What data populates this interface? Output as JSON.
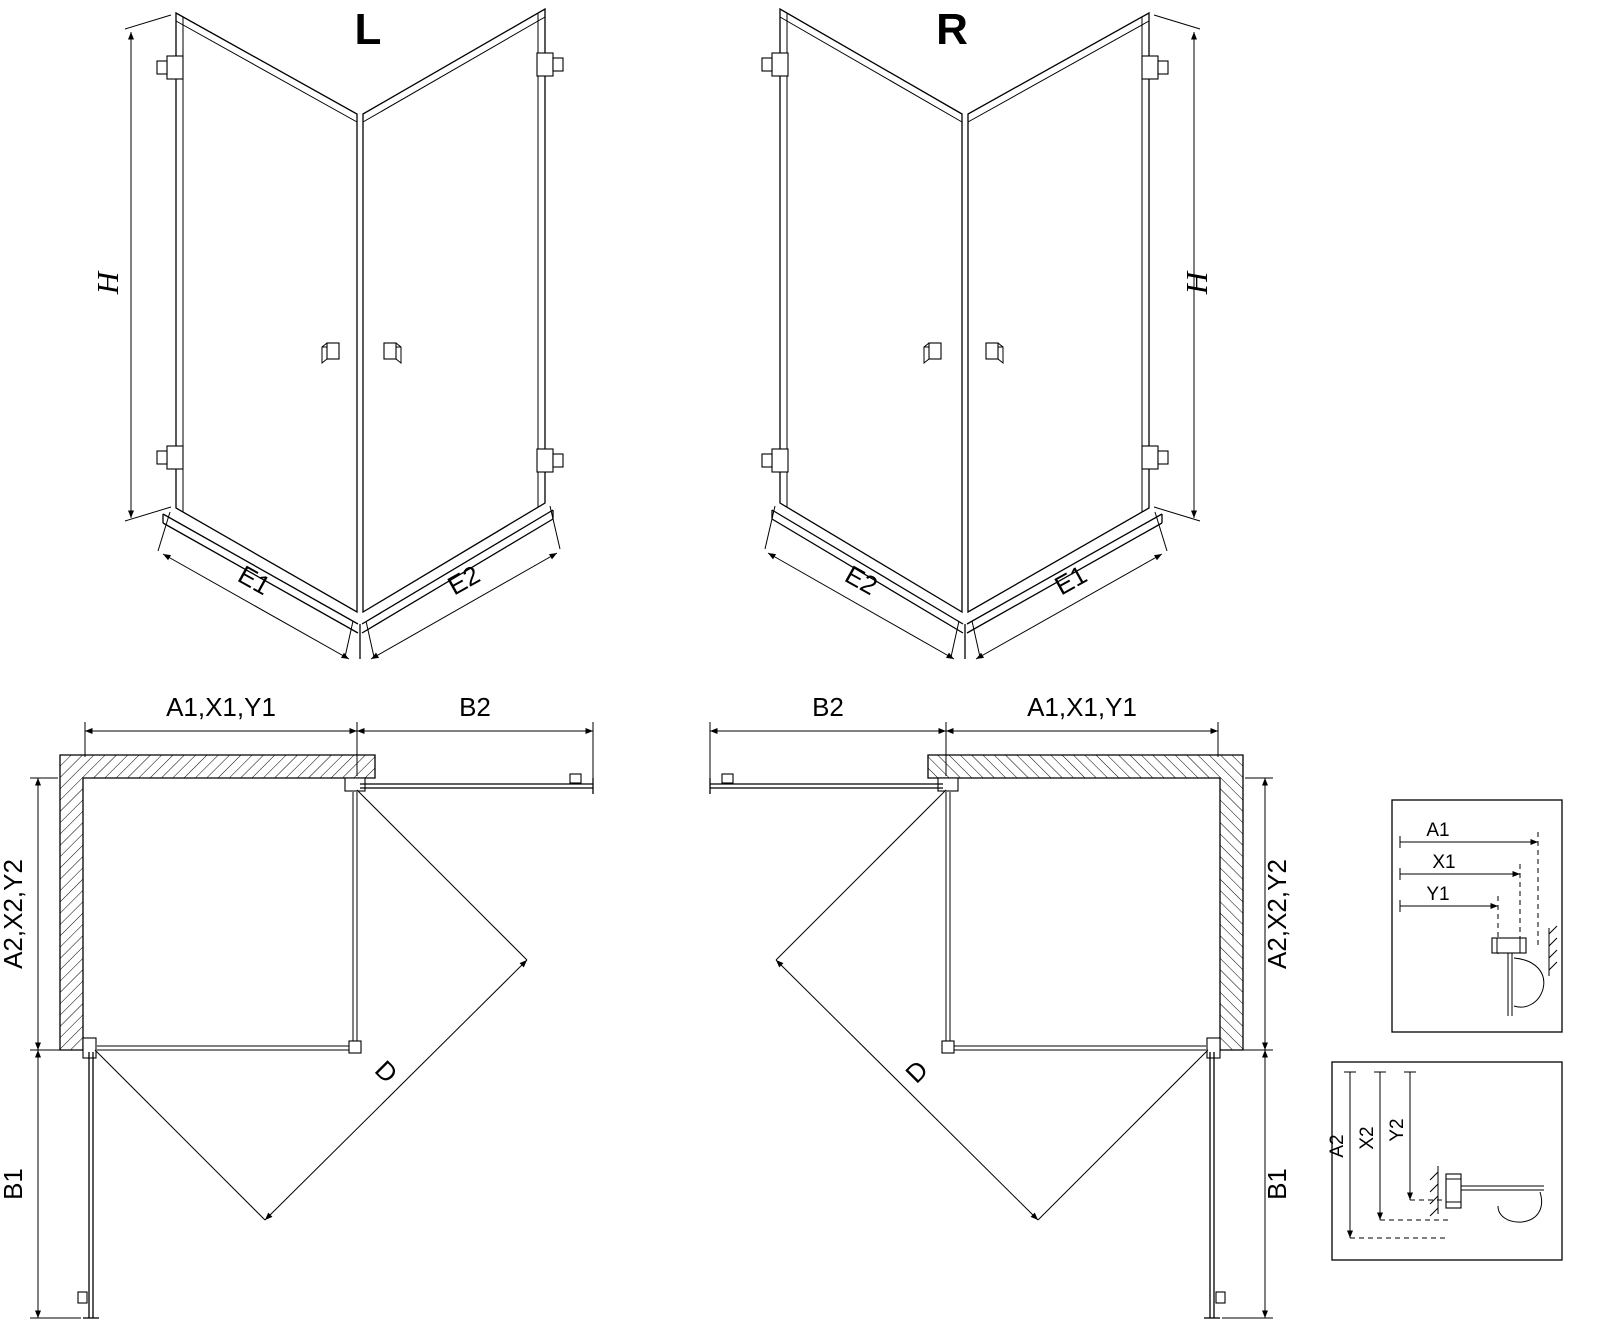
{
  "page": {
    "background": "#ffffff",
    "line_color": "#000000"
  },
  "views": {
    "iso_left": {
      "label": "L",
      "height_dim": "H",
      "width_left_dim": "E1",
      "width_right_dim": "E2"
    },
    "iso_right": {
      "label": "R",
      "height_dim": "H",
      "width_left_dim": "E2",
      "width_right_dim": "E1"
    },
    "plan_left": {
      "top_left_dim": "A1,X1,Y1",
      "top_right_dim": "B2",
      "side_upper_dim": "A2,X2,Y2",
      "side_lower_dim": "B1",
      "diagonal_dim": "D"
    },
    "plan_right": {
      "top_left_dim": "B2",
      "top_right_dim": "A1,X1,Y1",
      "side_upper_dim": "A2,X2,Y2",
      "side_lower_dim": "B1",
      "diagonal_dim": "D"
    },
    "detail_horizontal": {
      "dims": [
        "A1",
        "X1",
        "Y1"
      ]
    },
    "detail_vertical": {
      "dims": [
        "A2",
        "X2",
        "Y2"
      ]
    }
  }
}
